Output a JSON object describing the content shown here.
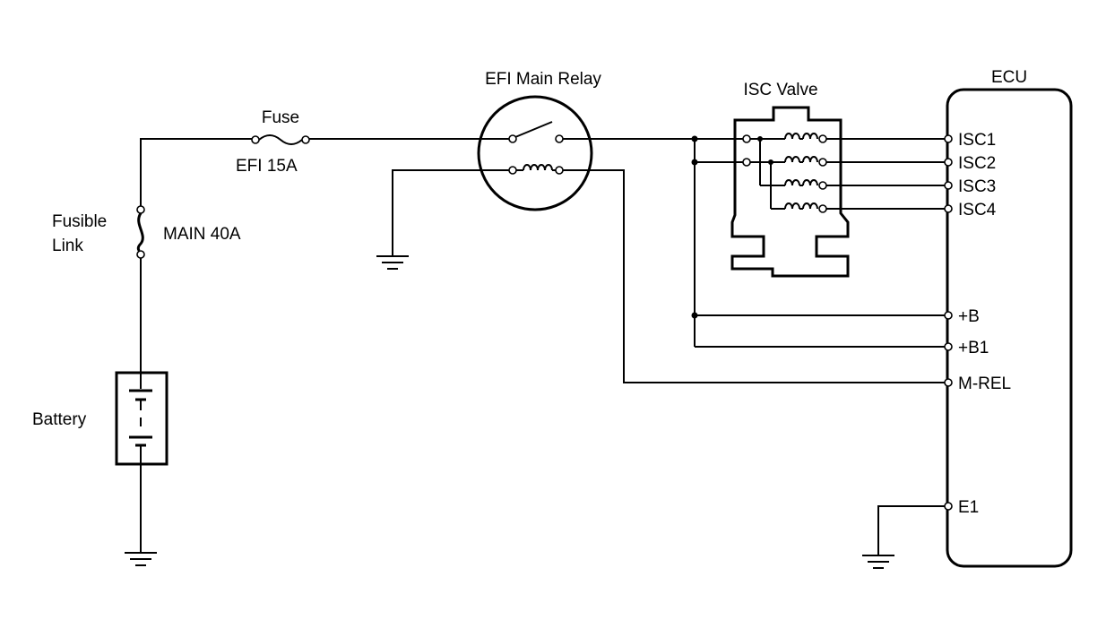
{
  "labels": {
    "fuse_title": "Fuse",
    "fuse_rating": "EFI 15A",
    "fusible_link_line1": "Fusible",
    "fusible_link_line2": "Link",
    "main_rating": "MAIN 40A",
    "battery": "Battery",
    "relay_title": "EFI Main Relay",
    "isc_valve_title": "ISC Valve",
    "ecu_title": "ECU"
  },
  "ecu_pins": [
    "ISC1",
    "ISC2",
    "ISC3",
    "ISC4",
    "+B",
    "+B1",
    "M-REL",
    "E1"
  ],
  "colors": {
    "line": "#000000",
    "background": "#ffffff"
  }
}
